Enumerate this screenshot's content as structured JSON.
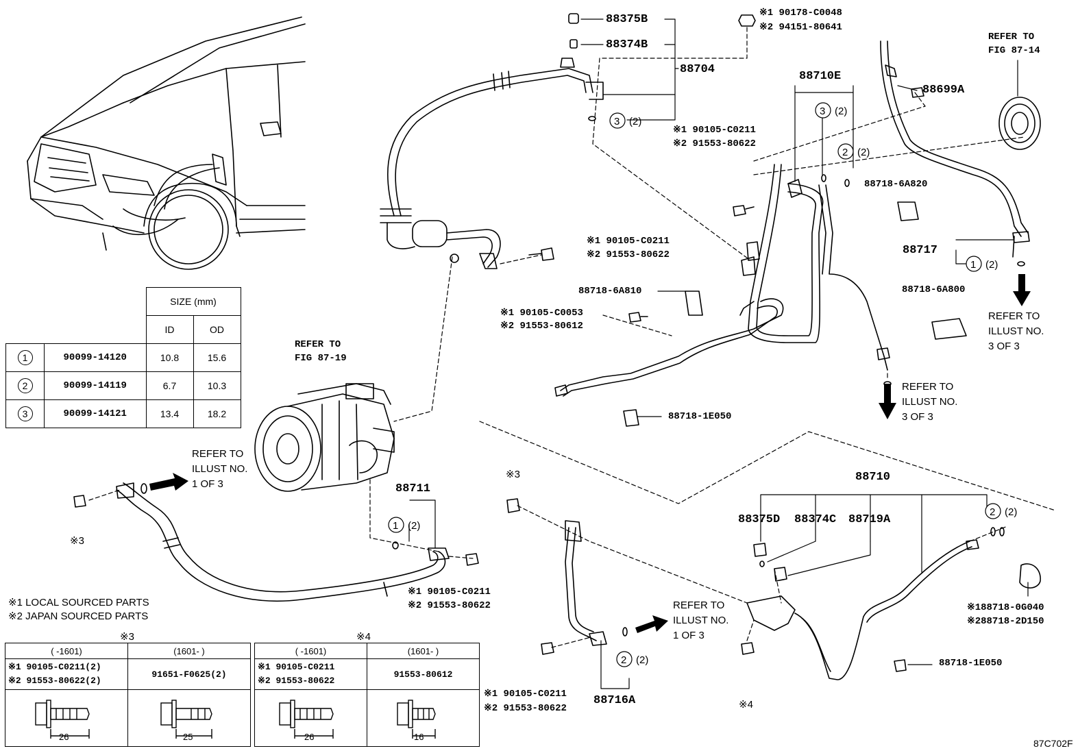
{
  "parts": {
    "p88375B": "88375B",
    "p88374B": "88374B",
    "p88704": "88704",
    "p88710E": "88710E",
    "p88699A": "88699A",
    "p88718_6A820": "88718-6A820",
    "p88717": "88717",
    "p88718_6A800": "88718-6A800",
    "p88718_6A810": "88718-6A810",
    "p88718_1E050_a": "88718-1E050",
    "p88711": "88711",
    "p88710": "88710",
    "p88375D": "88375D",
    "p88374C": "88374C",
    "p88719A": "88719A",
    "p88716A": "88716A",
    "p88718_1E050_b": "88718-1E050"
  },
  "callouts": {
    "top_nut_1": "※1 90178-C0048",
    "top_nut_2": "※2 94151-80641",
    "bolt_a_1": "※1 90105-C0211",
    "bolt_a_2": "※2 91553-80622",
    "bolt_b_1": "※1 90105-C0211",
    "bolt_b_2": "※2 91553-80622",
    "bolt_c_1": "※1 90105-C0053",
    "bolt_c_2": "※2 91553-80612",
    "bolt_d_1": "※1 90105-C0211",
    "bolt_d_2": "※2 91553-80622",
    "bolt_e_1": "※1 90105-C0211",
    "bolt_e_2": "※2 91553-80622",
    "clamp_1": "※188718-0G040",
    "clamp_2": "※288718-2D150"
  },
  "markers": {
    "m3": "※3",
    "m3b": "※3",
    "m4": "※4"
  },
  "refs": {
    "fig87_14_l1": "REFER TO",
    "fig87_14_l2": "FIG 87-14",
    "fig87_19_l1": "REFER TO",
    "fig87_19_l2": "FIG 87-19",
    "ill3_a_l1": "REFER TO",
    "ill3_a_l2": "ILLUST NO.",
    "ill3_a_l3": "3 OF 3",
    "ill3_b_l1": "REFER TO",
    "ill3_b_l2": "ILLUST NO.",
    "ill3_b_l3": "3 OF 3",
    "ill1_a_l1": "REFER TO",
    "ill1_a_l2": "ILLUST NO.",
    "ill1_a_l3": "1 OF 3",
    "ill1_b_l1": "REFER TO",
    "ill1_b_l2": "ILLUST NO.",
    "ill1_b_l3": "1 OF 3"
  },
  "oring_refs": {
    "qty": "(2)",
    "n1": "1",
    "n2": "2",
    "n3": "3"
  },
  "notes": {
    "local": "※1 LOCAL SOURCED PARTS",
    "japan": "※2 JAPAN SOURCED PARTS"
  },
  "size_table": {
    "header": "SIZE (mm)",
    "id": "ID",
    "od": "OD",
    "rows": [
      {
        "n": "1",
        "part": "90099-14120",
        "id": "10.8",
        "od": "15.6"
      },
      {
        "n": "2",
        "part": "90099-14119",
        "id": "6.7",
        "od": "10.3"
      },
      {
        "n": "3",
        "part": "90099-14121",
        "id": "13.4",
        "od": "18.2"
      }
    ]
  },
  "bolt_table_3": {
    "title": "※3",
    "col1_head": "(   -1601)",
    "col2_head": "(1601-     )",
    "col1_l1": "※1 90105-C0211(2)",
    "col1_l2": "※2 91553-80622(2)",
    "col2_l1": "91651-F0625(2)",
    "col1_len": "26",
    "col2_len": "25"
  },
  "bolt_table_4": {
    "title": "※4",
    "col1_head": "(   -1601)",
    "col2_head": "(1601-     )",
    "col1_l1": "※1 90105-C0211",
    "col1_l2": "※2 91553-80622",
    "col2_l1": "91553-80612",
    "col1_len": "26",
    "col2_len": "16"
  },
  "diagram_code": "87C702F"
}
